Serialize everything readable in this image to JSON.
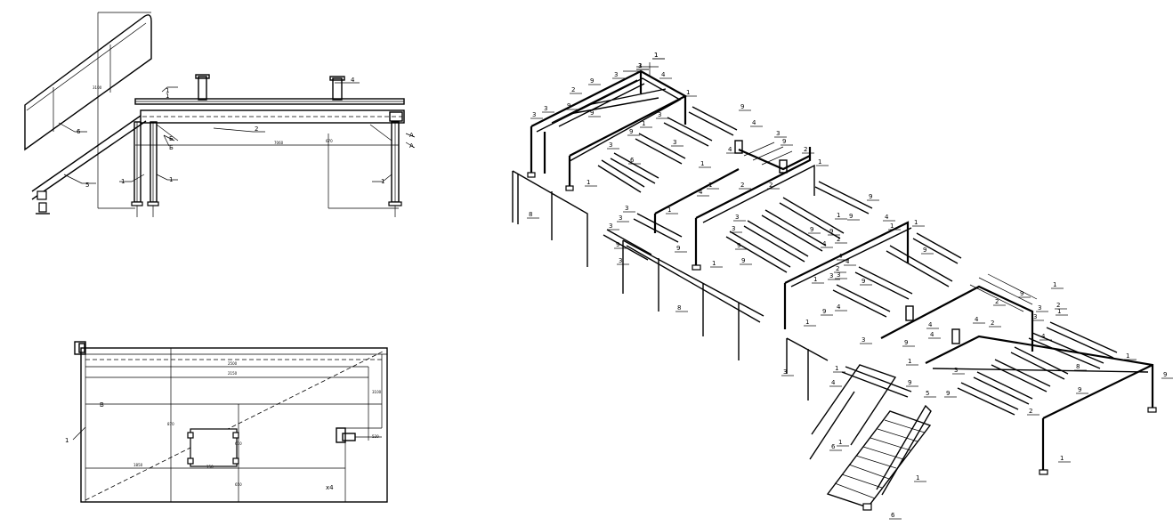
{
  "side_view": {
    "callouts": [
      "1",
      "2",
      "4",
      "5",
      "6",
      "1",
      "1",
      "1"
    ],
    "section_marks": [
      "А",
      "А",
      "Б",
      "Б",
      "1"
    ],
    "dims": [
      "7060",
      "670",
      "3100"
    ]
  },
  "plan_view": {
    "label_b": "В",
    "label_x4": "х4",
    "callout": "1",
    "dims": [
      "2500",
      "2150",
      "3100",
      "870",
      "650",
      "1850",
      "150",
      "610",
      "520"
    ]
  },
  "iso_view": {
    "callouts": [
      "1",
      "3",
      "3",
      "4",
      "9",
      "2",
      "3",
      "9",
      "3",
      "9",
      "1",
      "9",
      "3",
      "1",
      "9",
      "3",
      "6",
      "3",
      "4",
      "3",
      "9",
      "4",
      "1",
      "1",
      "2",
      "1",
      "1",
      "9",
      "2",
      "2",
      "4",
      "4",
      "3",
      "1",
      "3",
      "9",
      "1",
      "3",
      "9",
      "4",
      "9",
      "1",
      "2",
      "9",
      "4",
      "9",
      "8",
      "3",
      "3",
      "9",
      "9",
      "3",
      "1",
      "4",
      "2",
      "4",
      "9",
      "3",
      "9",
      "1",
      "1",
      "3",
      "9",
      "4",
      "4",
      "8",
      "3",
      "3",
      "4",
      "9",
      "9",
      "4",
      "2",
      "2",
      "3",
      "1",
      "1",
      "4",
      "3",
      "9",
      "3",
      "1",
      "9",
      "2",
      "9",
      "1",
      "9",
      "1",
      "2",
      "8",
      "1",
      "1",
      "1",
      "1",
      "6",
      "6",
      "5",
      "1",
      "1"
    ]
  }
}
